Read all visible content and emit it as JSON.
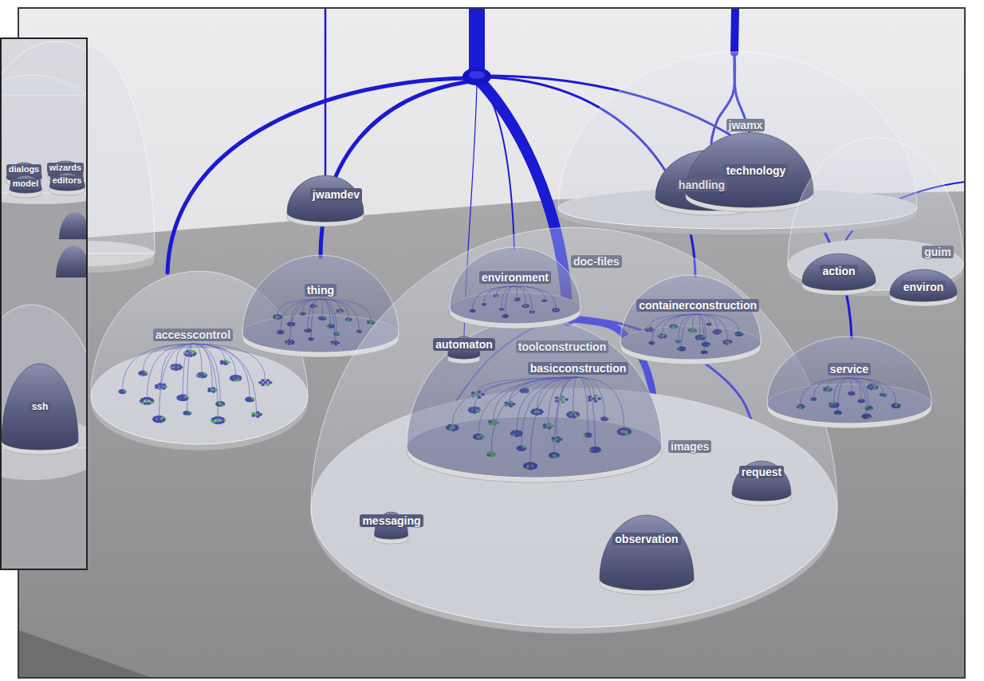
{
  "diagram": {
    "nodes": [
      {
        "text": [
          "jwamdev"
        ]
      },
      {
        "text": [
          "jwamx"
        ]
      },
      {
        "text": [
          "handling"
        ],
        "in": 1
      },
      {
        "text": [
          "technology"
        ],
        "in": 1
      },
      {
        "text": [
          "accesscontrol"
        ]
      },
      {
        "text": [
          "thing"
        ]
      },
      {
        "text": [
          "toolconstruction"
        ]
      },
      {
        "text": [
          "basicconstruction"
        ],
        "in": 6
      },
      {
        "text": [
          "messaging"
        ],
        "in": 6
      },
      {
        "text": [
          "request"
        ],
        "in": 6
      },
      {
        "text": [
          "observation"
        ],
        "in": 6
      },
      {
        "text": [
          "environment"
        ]
      },
      {
        "text": [
          "automaton"
        ]
      },
      {
        "text": [
          "containerconstruction"
        ]
      },
      {
        "text": [
          "guim"
        ]
      },
      {
        "text": [
          "action"
        ],
        "in": 14
      },
      {
        "text": [
          "environ"
        ],
        "in": 14
      },
      {
        "text": [
          "service"
        ]
      },
      {
        "text": [
          "dialogs"
        ]
      },
      {
        "text": [
          "model"
        ]
      },
      {
        "text": [
          "wizards"
        ]
      },
      {
        "text": [
          "editors"
        ]
      },
      {
        "text": [
          "ssh"
        ]
      }
    ],
    "edges": [
      {
        "from": 7,
        "to": 8,
        "arrow": "none"
      },
      {
        "from": 7,
        "to": 9,
        "arrow": "none"
      },
      {
        "from": 7,
        "to": 10,
        "arrow": "none"
      },
      {
        "from": 1,
        "to": 2,
        "arrow": "none"
      },
      {
        "from": 1,
        "to": 3,
        "arrow": "none"
      }
    ],
    "labels": [
      "doc-files",
      "images"
    ]
  }
}
